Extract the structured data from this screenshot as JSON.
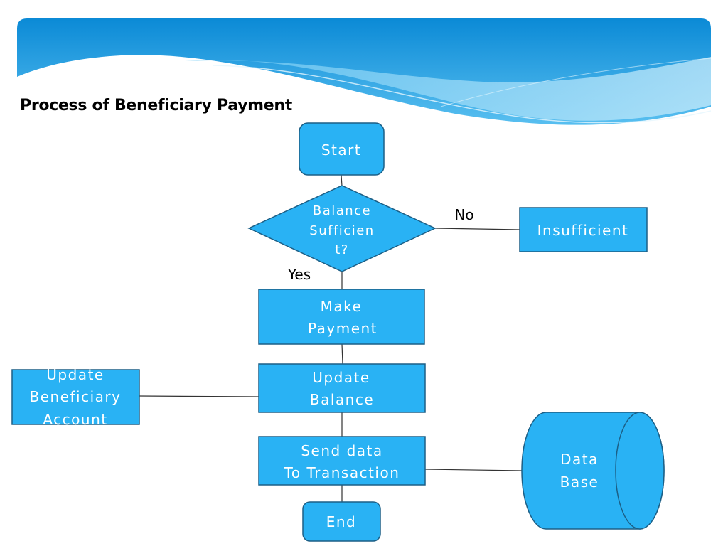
{
  "title": "Process of Beneficiary Payment",
  "nodes": {
    "start": "Start",
    "decision": [
      "Balance",
      "Sufficien",
      "t?"
    ],
    "insufficient": "Insufficient",
    "make_payment": [
      "Make",
      "Payment"
    ],
    "update_balance": [
      "Update",
      "Balance"
    ],
    "update_beneficiary": [
      "Update",
      "Beneficiary",
      "Account"
    ],
    "send_data": [
      "Send data",
      "To Transaction"
    ],
    "database": [
      "Data",
      "Base"
    ],
    "end": "End"
  },
  "edge_labels": {
    "no": "No",
    "yes": "Yes"
  },
  "colors": {
    "node_fill": "#29b2f4",
    "node_stroke": "#1c5f86",
    "banner_dark": "#0f8fd8",
    "banner_light": "#9fd8f7"
  }
}
